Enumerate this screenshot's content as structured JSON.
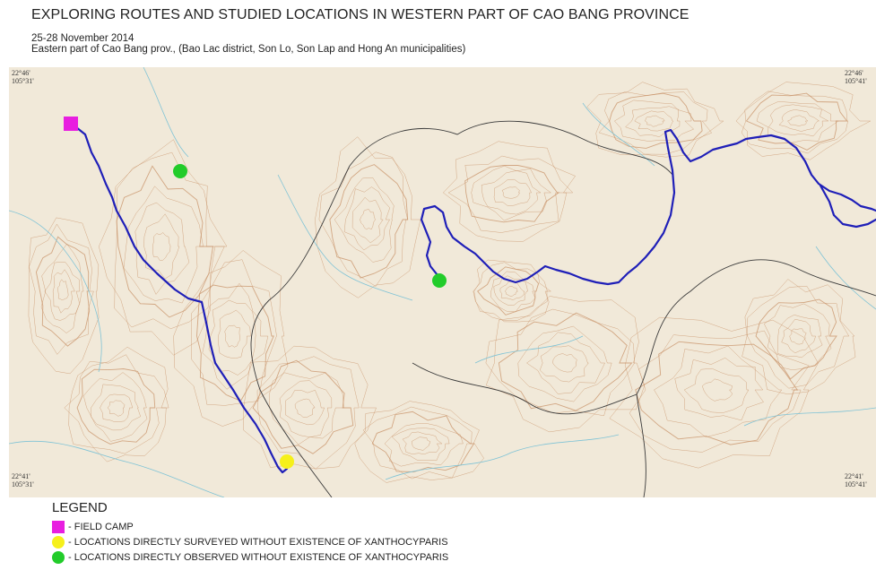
{
  "header": {
    "title": "EXPLORING ROUTES AND STUDIED LOCATIONS IN WESTERN PART OF CAO BANG PROVINCE",
    "date": "25-28 November 2014",
    "area": "Eastern part of Cao Bang prov., (Bao Lac district, Son Lo, Son Lap and Hong An municipalities)"
  },
  "map": {
    "coords": {
      "top_left_lat": "22°46'",
      "top_left_lon": "105°31'",
      "top_right_lat": "22°46'",
      "top_right_lon": "105°41'",
      "bottom_left_lat": "22°41'",
      "bottom_left_lon": "105°31'",
      "bottom_right_lat": "22°41'",
      "bottom_right_lon": "105°41'"
    },
    "colors": {
      "route": "#1f1fb8",
      "field_camp": "#e81ee0",
      "surveyed": "#f6f01a",
      "observed": "#22cc2a",
      "paper": "#f1e9d9",
      "contour": "#c48a5e",
      "water": "#7fc3d6",
      "boundary": "#3a3a3a"
    },
    "markers": [
      {
        "type": "field_camp"
      },
      {
        "type": "observed"
      },
      {
        "type": "observed"
      },
      {
        "type": "surveyed"
      }
    ]
  },
  "legend": {
    "title": "LEGEND",
    "items": [
      {
        "label": "- FIELD CAMP",
        "color": "#e81ee0",
        "shape": "square"
      },
      {
        "label": "- LOCATIONS DIRECTLY SURVEYED WITHOUT EXISTENCE OF XANTHOCYPARIS",
        "color": "#f6f01a",
        "shape": "circle"
      },
      {
        "label": "- LOCATIONS DIRECTLY OBSERVED WITHOUT EXISTENCE OF XANTHOCYPARIS",
        "color": "#22cc2a",
        "shape": "circle"
      }
    ]
  }
}
